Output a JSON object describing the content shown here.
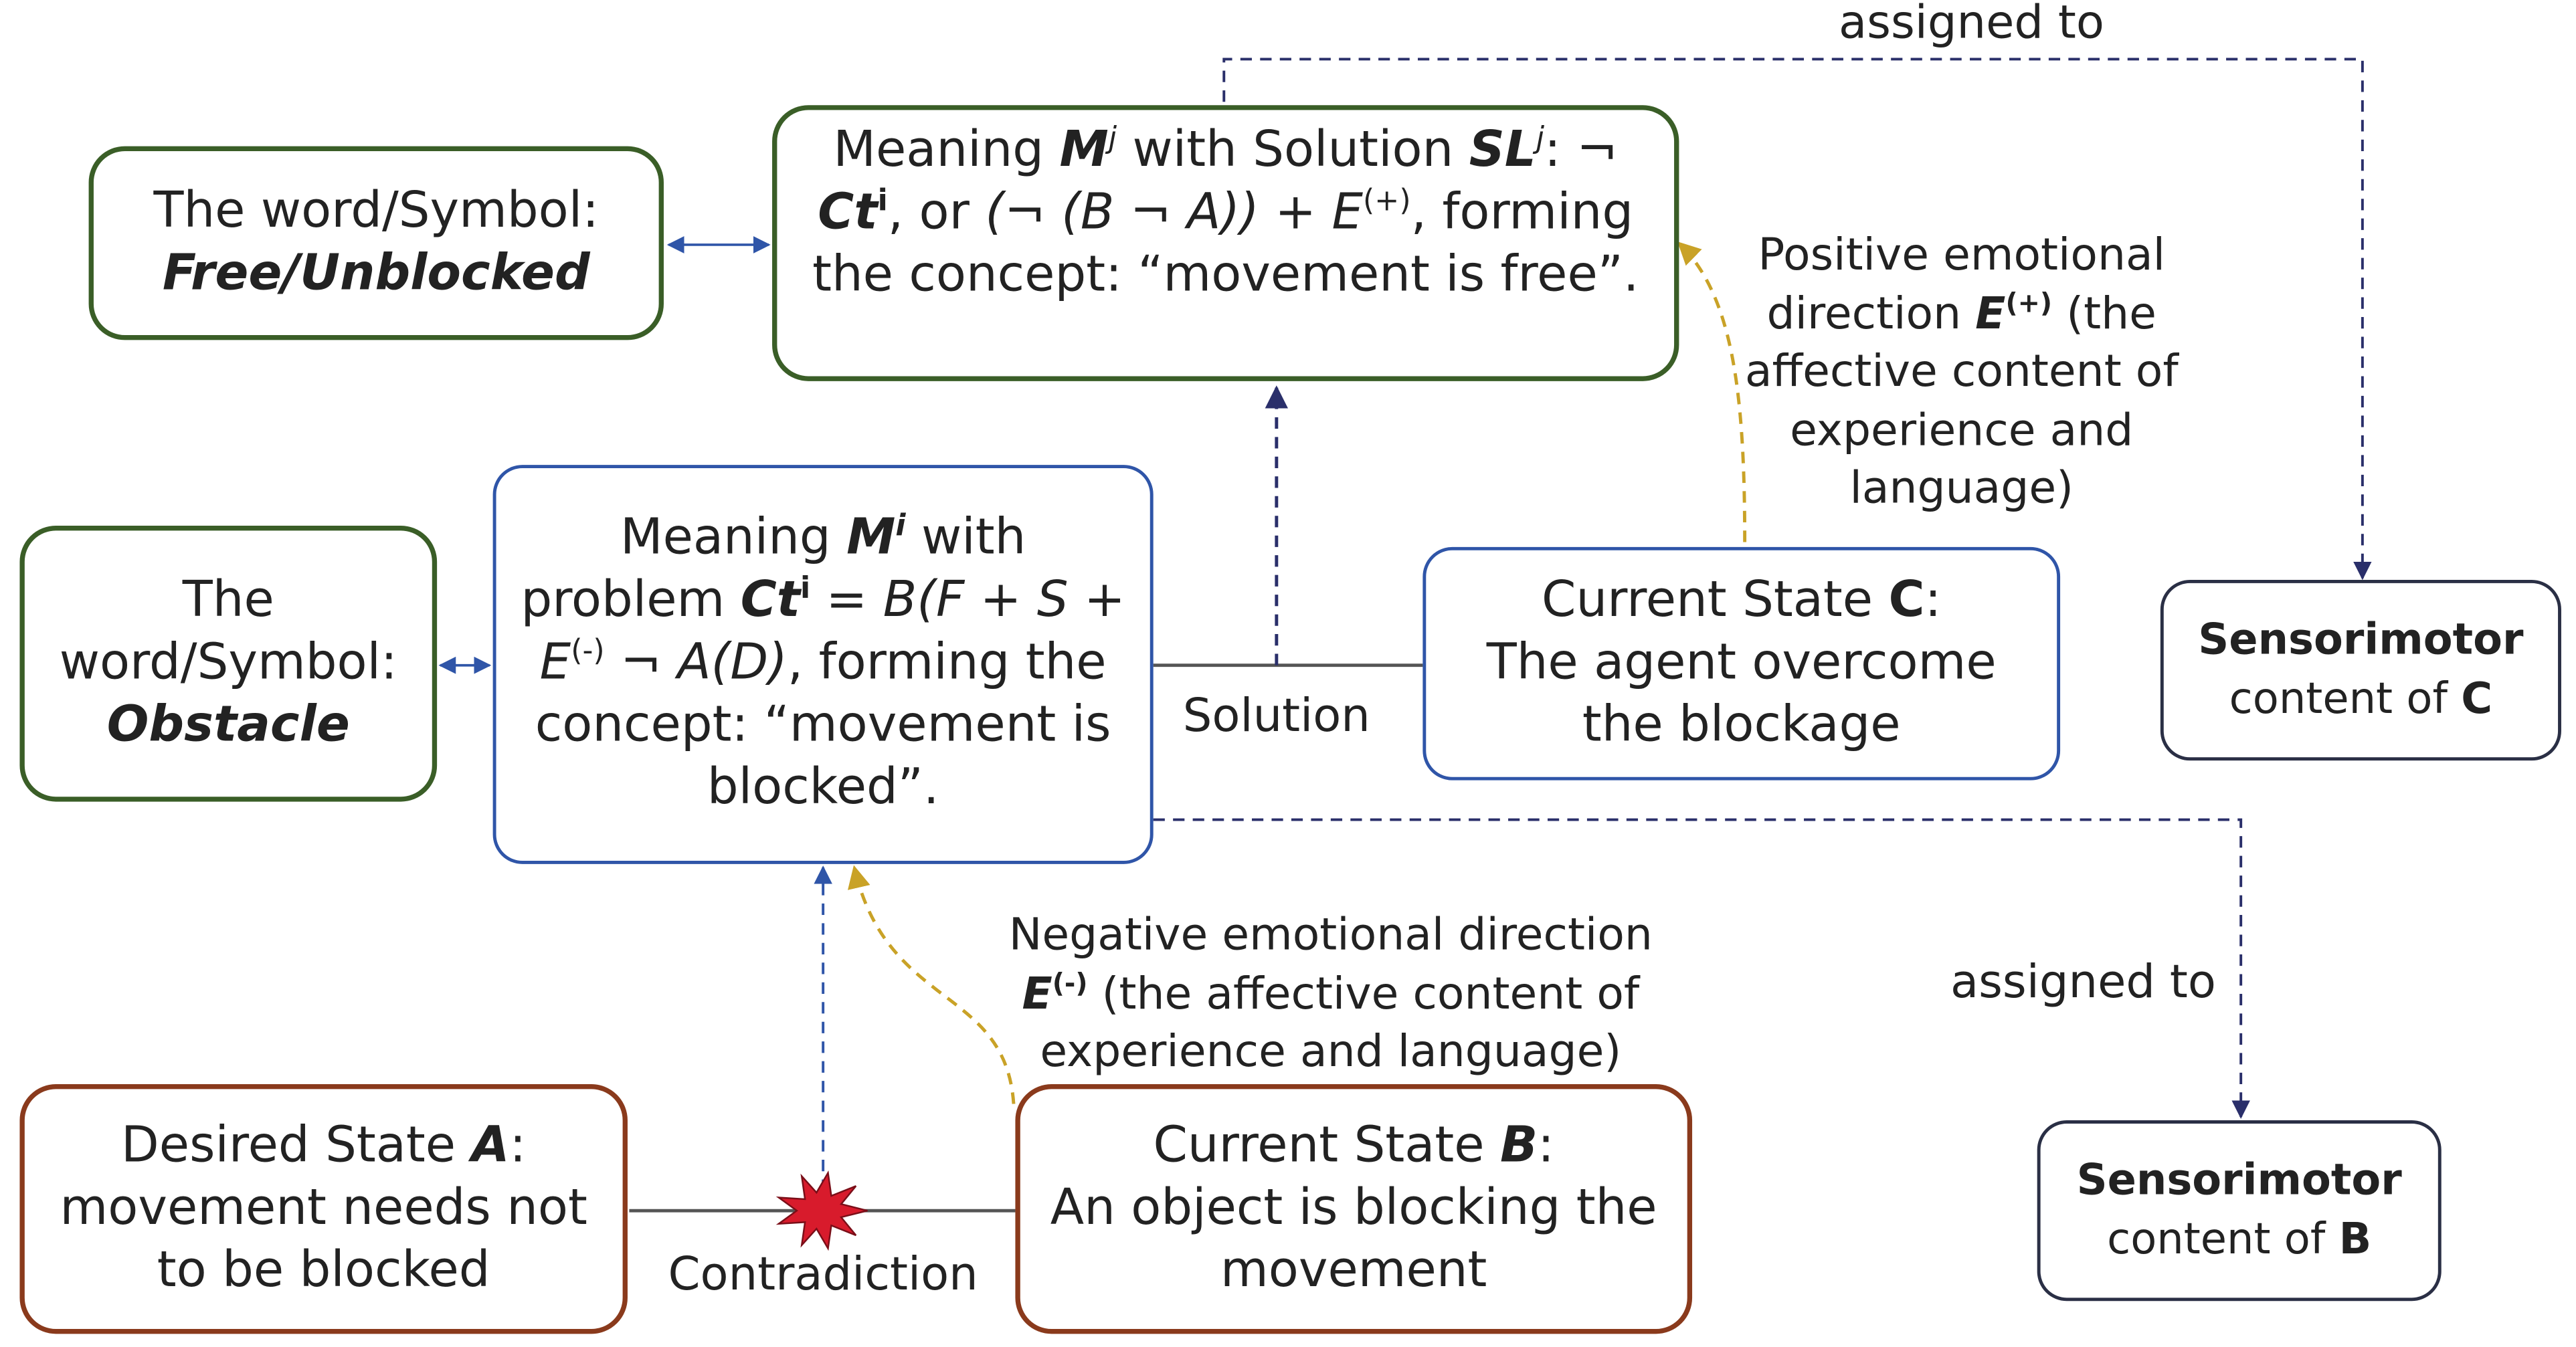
{
  "free_symbol": {
    "line1": "The word/Symbol:",
    "word": "Free/Unblocked"
  },
  "obstacle_symbol": {
    "line1": "The",
    "line2": "word/Symbol:",
    "word": "Obstacle"
  },
  "meaning_mj": {
    "p1": "Meaning ",
    "m": "M",
    "j": "j",
    "p2": " with Solution ",
    "sl": "SL",
    "j2": "j",
    "p3": ": ¬",
    "ct": "Ct",
    "i": "i",
    "p4": ", or ",
    "formula": "(¬ (B ¬ A))",
    "p5": " + ",
    "e": "E",
    "eplus": "(+)",
    "p6": ", forming the concept: “movement is free”."
  },
  "meaning_mi": {
    "p1": "Meaning ",
    "m": "M",
    "i": "i",
    "p2": " with problem ",
    "ct": "Ct",
    "i2": "i",
    "p3": " = ",
    "formula": "B(F + S + E",
    "eminus": "(-)",
    "formula2": " ¬ A(D)",
    "p4": ", forming the concept: “movement is blocked”."
  },
  "state_c": {
    "p1": "Current State ",
    "c": "C",
    "p2": ":",
    "line2": "The agent overcome the blockage"
  },
  "state_a": {
    "p1": "Desired State ",
    "a": "A",
    "p2": ":",
    "line2": "movement needs not to be blocked"
  },
  "state_b": {
    "p1": "Current State ",
    "b": "B",
    "p2": ":",
    "line2": "An object is blocking the movement"
  },
  "sensor_c": {
    "line1": "Sensorimotor",
    "line2": "content of ",
    "c": "C"
  },
  "sensor_b": {
    "line1": "Sensorimotor",
    "line2": "content of ",
    "b": "B"
  },
  "labels": {
    "assigned_top": "assigned to",
    "assigned_mid": "assigned to",
    "solution": "Solution",
    "contradiction": "Contradiction",
    "positive": {
      "p1": "Positive emotional direction ",
      "e": "E",
      "sup": "(+)",
      "p2": " (the affective content of experience and language)"
    },
    "negative": {
      "p1": "Negative emotional direction",
      "e": "E",
      "sup": "(-)",
      "p2": " (the affective content of experience and language)"
    }
  },
  "colors": {
    "green": "#3a5e27",
    "blue": "#2f55a8",
    "brown": "#8a3a1c",
    "gold": "#c9a227",
    "dark": "#2a2f45",
    "burst": "#d81b2c"
  }
}
